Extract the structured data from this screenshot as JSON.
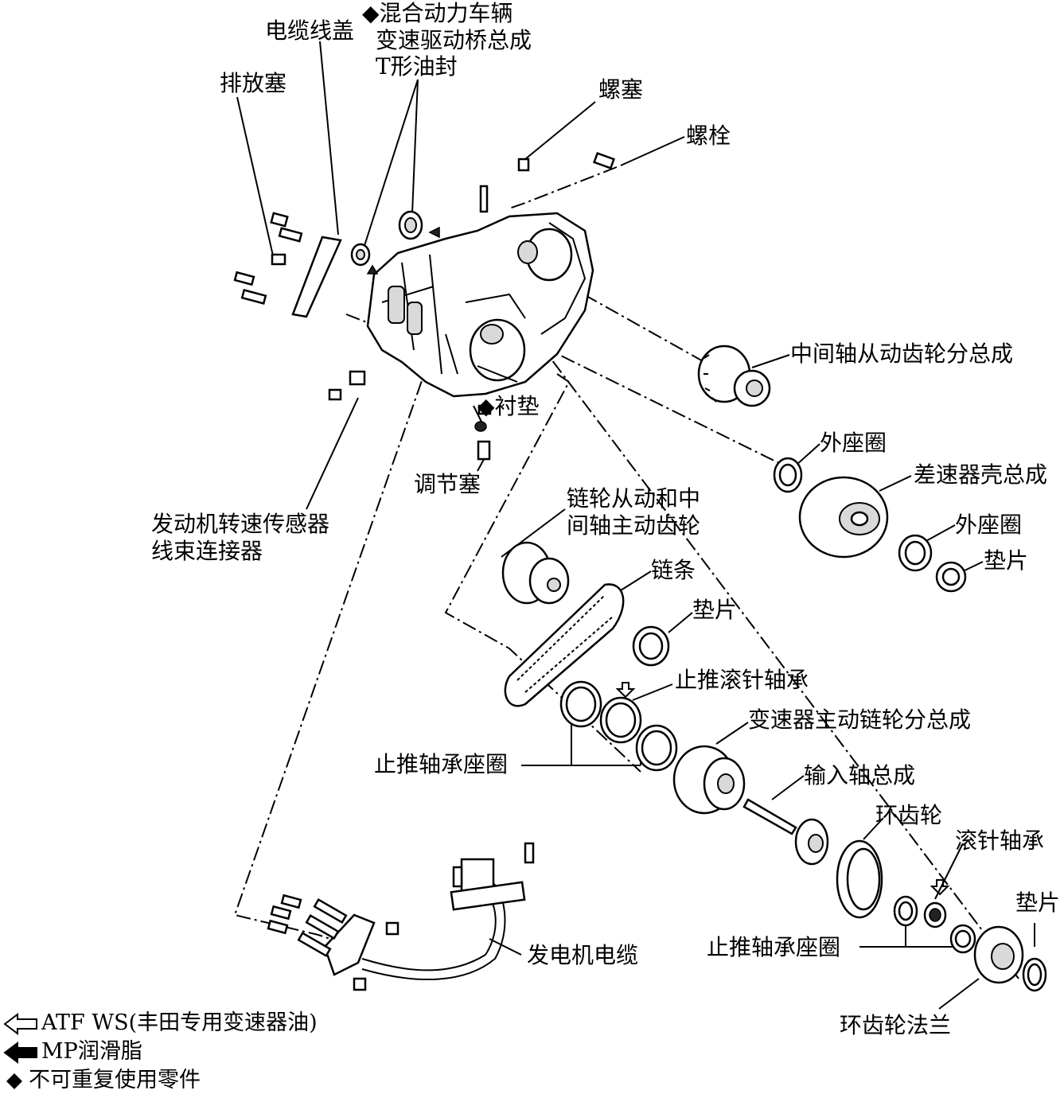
{
  "labels": {
    "cable_cover": "电缆线盖",
    "t_seal_1": "混合动力车辆",
    "t_seal_2": "变速驱动桥总成",
    "t_seal_3": "T形油封",
    "drain_plug": "排放塞",
    "screw_plug": "螺塞",
    "bolt": "螺栓",
    "counter_driven_gear": "中间轴从动齿轮分总成",
    "gasket": "衬垫",
    "adjust_plug": "调节塞",
    "outer_race_1": "外座圈",
    "diff_case": "差速器壳总成",
    "outer_race_2": "外座圈",
    "shim_1": "垫片",
    "sensor_connector_1": "发动机转速传感器",
    "sensor_connector_2": "线束连接器",
    "sprocket_1": "链轮从动和中",
    "sprocket_2": "间轴主动齿轮",
    "chain": "链条",
    "shim_2": "垫片",
    "thrust_needle_bearing": "止推滚针轴承",
    "drive_sprocket": "变速器主动链轮分总成",
    "thrust_race_1": "止推轴承座圈",
    "input_shaft": "输入轴总成",
    "ring_gear": "环齿轮",
    "needle_bearing": "滚针轴承",
    "shim_3": "垫片",
    "thrust_race_2": "止推轴承座圈",
    "generator_cable": "发电机电缆",
    "ring_gear_flange": "环齿轮法兰"
  },
  "legend": {
    "atf": "ATF WS(丰田专用变速器油)",
    "mp": "MP润滑脂",
    "non_reusable": "不可重复使用零件"
  },
  "icons": {
    "atf_marker": "hollow-arrow-icon",
    "mp_marker": "solid-arrow-icon",
    "non_reusable_marker": "diamond-icon"
  }
}
